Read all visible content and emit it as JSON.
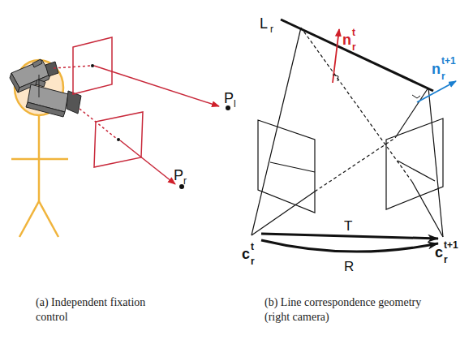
{
  "diagram": {
    "labels": [
      "P",
      "l",
      "P",
      "r",
      "L",
      "r",
      "n",
      "r",
      "t",
      "n",
      "r",
      "t+1",
      "c",
      "r",
      "t",
      "T",
      "R",
      "c",
      "r",
      "t+1",
      "(a) Independent fixation control",
      "(b) Line correspondence geometry (right camera)"
    ]
  }
}
